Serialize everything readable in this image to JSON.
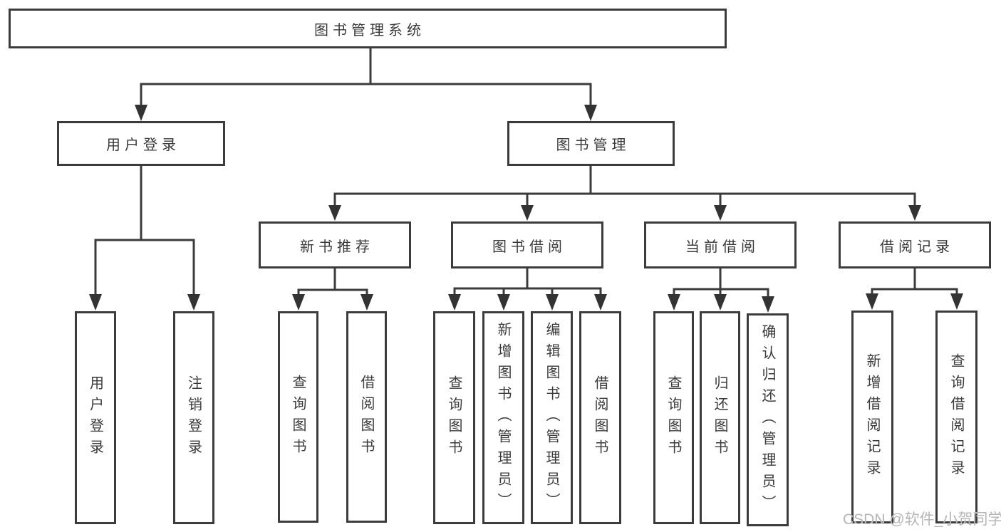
{
  "diagram": {
    "type": "tree",
    "title": "图书管理系统",
    "nodes": {
      "root": "图书管理系统",
      "user_login": "用户登录",
      "book_management": "图书管理",
      "login": "用户登录",
      "logout": "注销登录",
      "new_book_recommend": "新书推荐",
      "book_borrowing": "图书借阅",
      "current_borrowing": "当前借阅",
      "borrowing_records": "借阅记录",
      "nbr_query_books": "查询图书",
      "nbr_borrow_books": "借阅图书",
      "bb_query_books": "查询图书",
      "bb_add_books": "新增图书（管理员）",
      "bb_edit_books": "编辑图书（管理员）",
      "bb_borrow_books": "借阅图书",
      "cb_query_books": "查询图书",
      "cb_return_books": "归还图书",
      "cb_confirm_return": "确认归还（管理员）",
      "br_add_record": "新增借阅记录",
      "br_query_record": "查询借阅记录"
    },
    "hierarchy": {
      "root": [
        "user_login",
        "book_management"
      ],
      "user_login": [
        "login",
        "logout"
      ],
      "book_management": [
        "new_book_recommend",
        "book_borrowing",
        "current_borrowing",
        "borrowing_records"
      ],
      "new_book_recommend": [
        "nbr_query_books",
        "nbr_borrow_books"
      ],
      "book_borrowing": [
        "bb_query_books",
        "bb_add_books",
        "bb_edit_books",
        "bb_borrow_books"
      ],
      "current_borrowing": [
        "cb_query_books",
        "cb_return_books",
        "cb_confirm_return"
      ],
      "borrowing_records": [
        "br_add_record",
        "br_query_record"
      ]
    },
    "watermark": "CSDN @软件_小贺同学",
    "colors": {
      "line": "#3b3b3b",
      "box_border": "#3c3c3c",
      "box_fill": "#ffffff",
      "text": "#3a3a3a",
      "arrowhead": "#333333",
      "watermark": "#b6b6b6",
      "background": "#ffffff"
    }
  }
}
